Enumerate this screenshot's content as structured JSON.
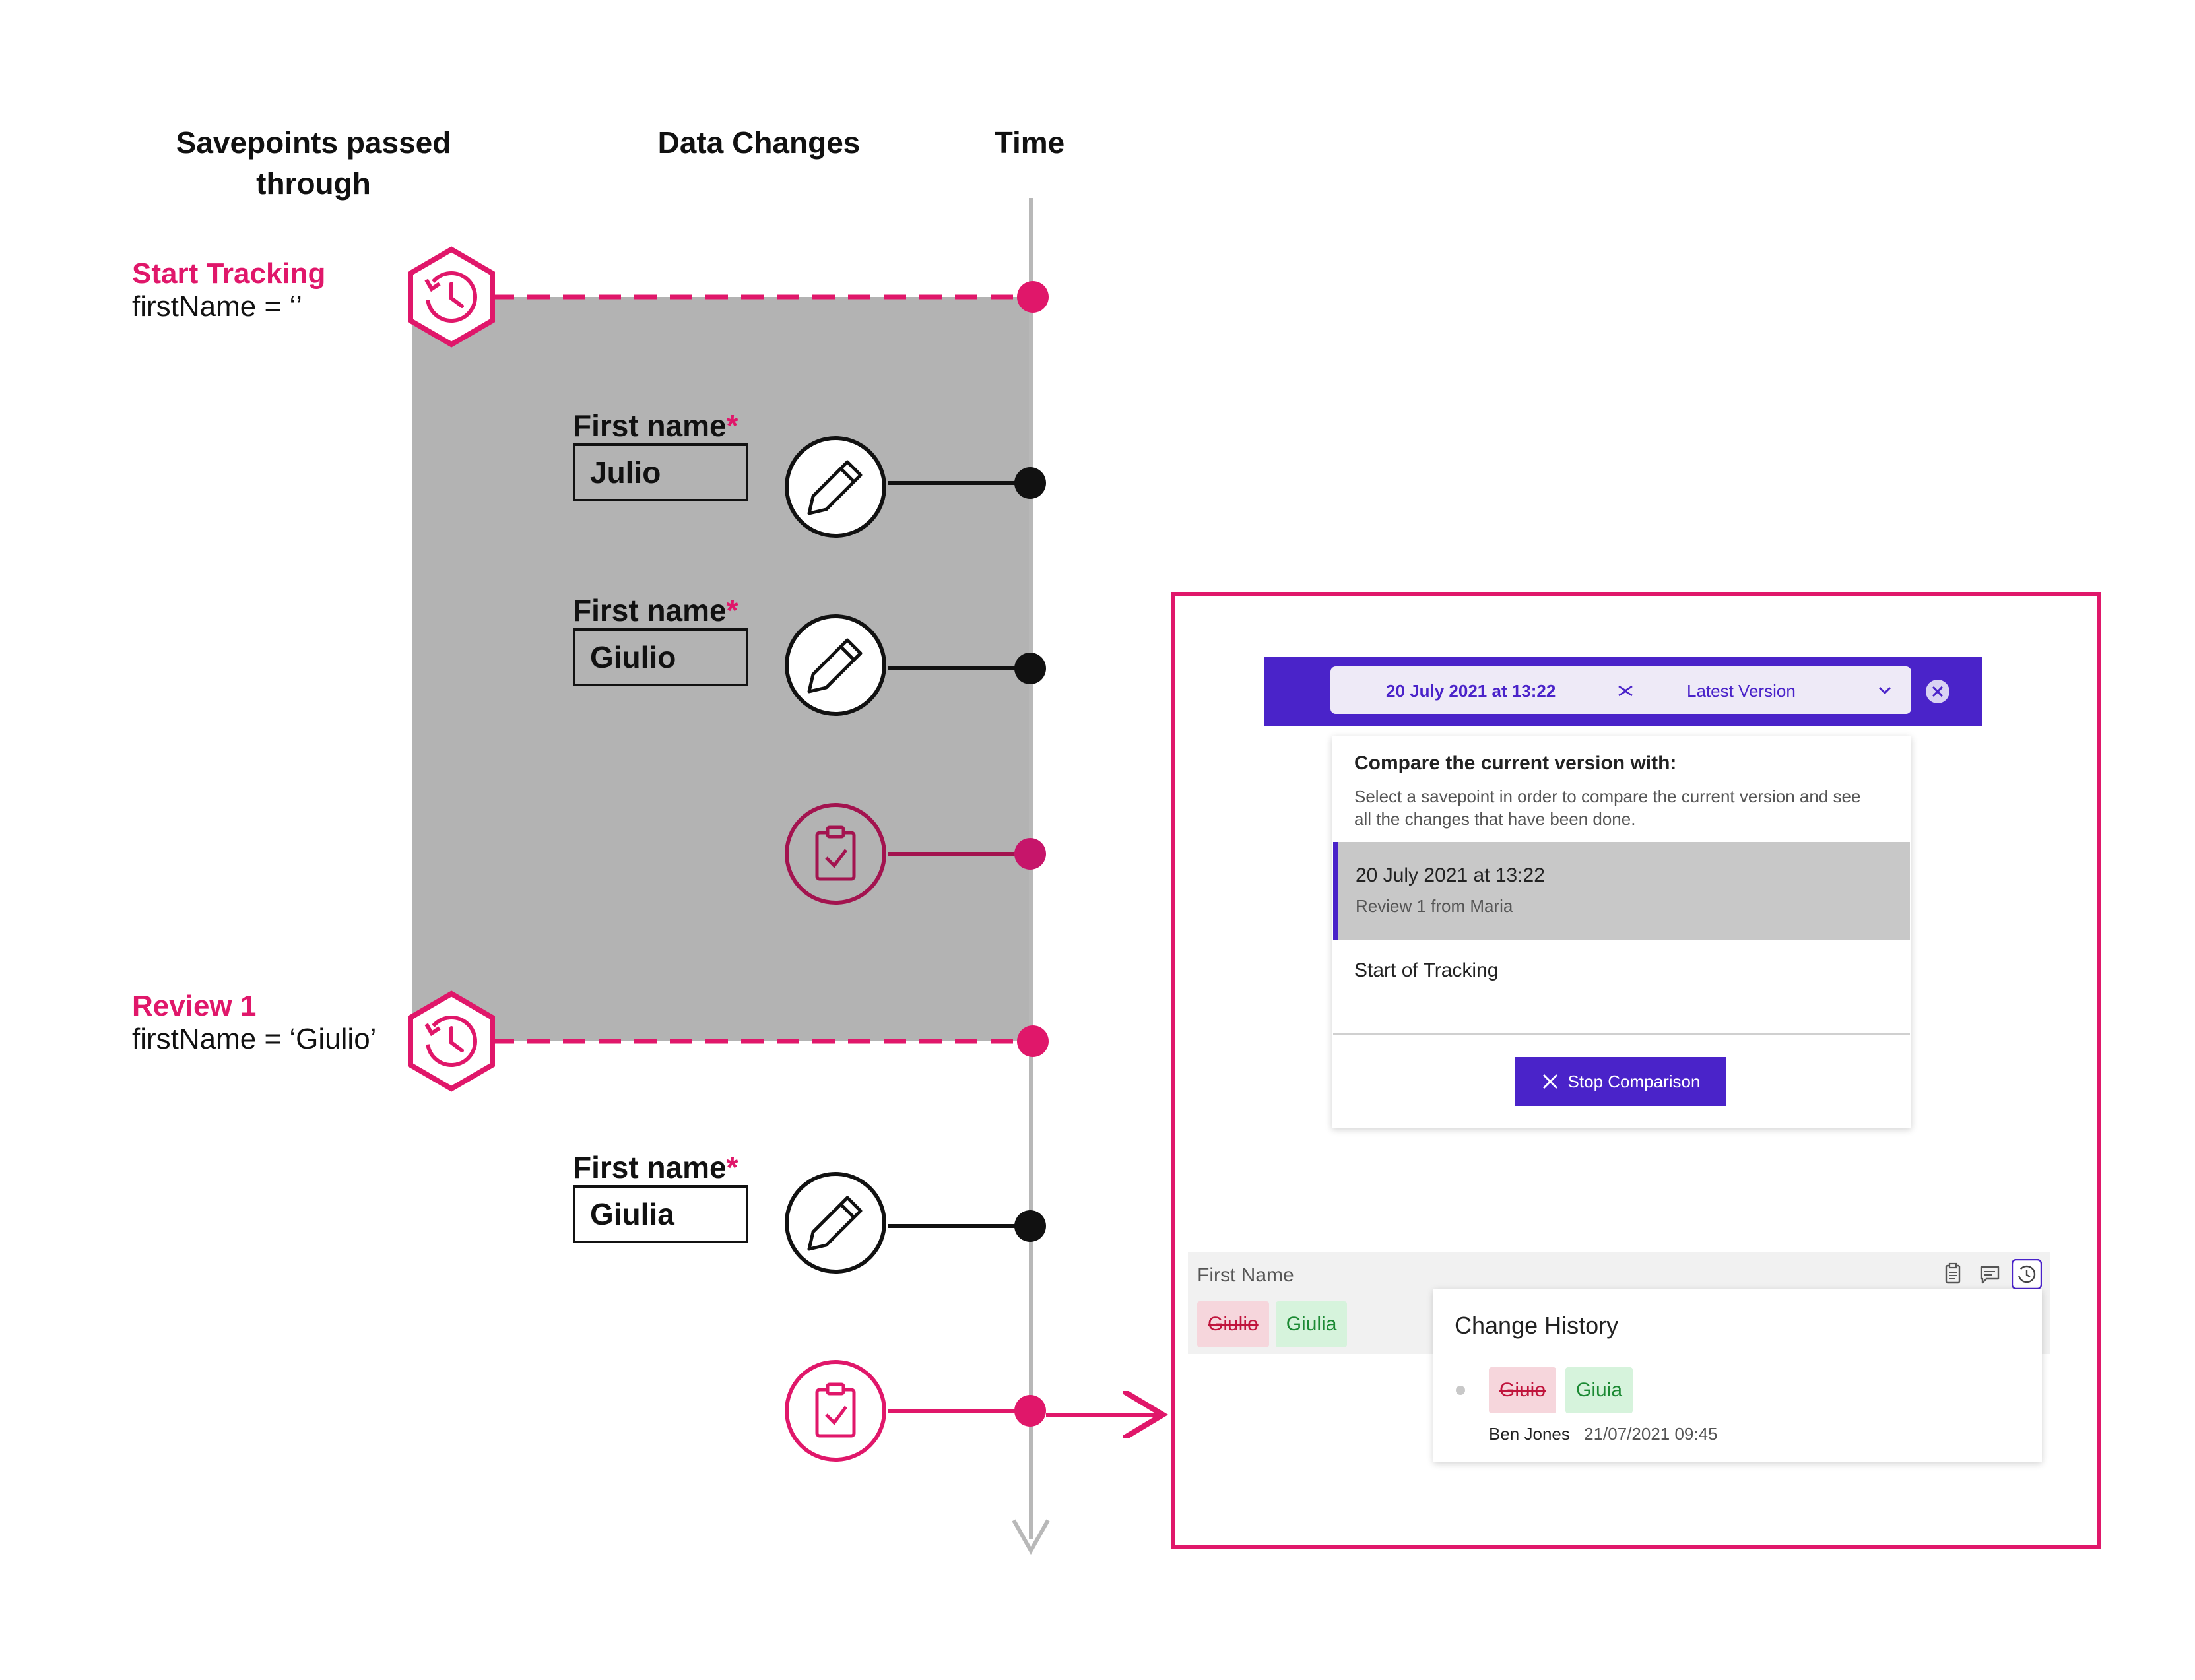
{
  "headers": {
    "savepoints": [
      "Savepoints passed",
      "through"
    ],
    "data_changes": "Data Changes",
    "time": "Time"
  },
  "savepoints": [
    {
      "title": "Start Tracking",
      "expr": "firstName = ‘’"
    },
    {
      "title": "Review 1",
      "expr": "firstName = ‘Giulio’"
    }
  ],
  "changes": [
    {
      "label": "First name",
      "required": "*",
      "value": "Julio"
    },
    {
      "label": "First name",
      "required": "*",
      "value": "Giulio"
    },
    {
      "label": "First name",
      "required": "*",
      "value": "Giulia"
    }
  ],
  "icons": {
    "savepoint": "history-hexagon-icon",
    "edit": "pencil-icon",
    "review": "clipboard-check-icon"
  },
  "colors": {
    "accent": "#e0176a",
    "brand": "#4a23c9",
    "shade": "#b3b3b3"
  },
  "panel": {
    "toolbar": {
      "from_version": "20 July 2021 at 13:22",
      "to_version": "Latest Version"
    },
    "compare": {
      "heading": "Compare the current version with:",
      "description": [
        "Select a savepoint in order to compare the current version and see",
        "all the changes that have been done."
      ],
      "options": [
        {
          "title": "20 July 2021 at 13:22",
          "subtitle": "Review 1 from Maria",
          "selected": true
        },
        {
          "title": "Start of Tracking",
          "subtitle": "",
          "selected": false
        }
      ],
      "stop_label": "Stop Comparison"
    },
    "field": {
      "label": "First Name",
      "old_value": "Giulio",
      "new_value": "Giulia"
    },
    "history": {
      "title": "Change History",
      "old_value": "Giuio",
      "new_value": "Giuia",
      "author": "Ben Jones",
      "timestamp": "21/07/2021 09:45"
    }
  }
}
